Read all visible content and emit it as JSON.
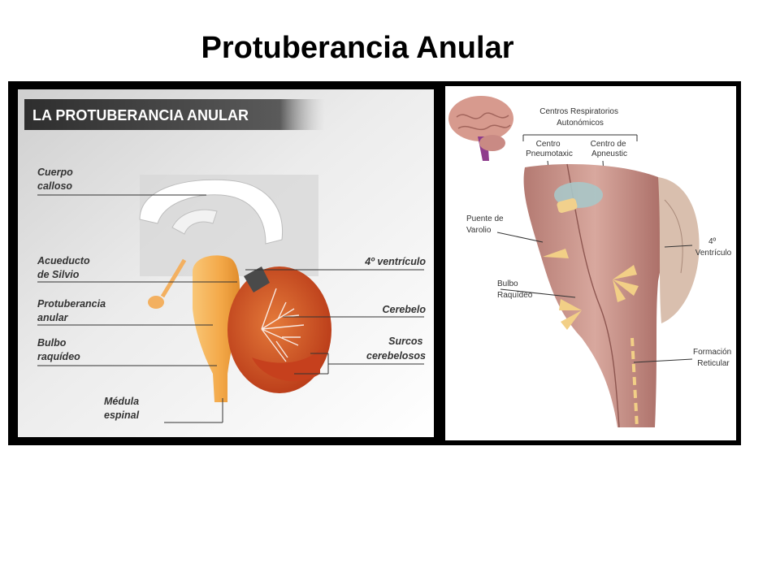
{
  "title": "Protuberancia Anular",
  "left_diagram": {
    "banner": "LA PROTUBERANCIA ANULAR",
    "labels": {
      "cuerpo_calloso": [
        "Cuerpo",
        "calloso"
      ],
      "acueducto": [
        "Acueducto",
        "de Silvio"
      ],
      "protuberancia": [
        "Protuberancia",
        "anular"
      ],
      "bulbo": [
        "Bulbo",
        "raquídeo"
      ],
      "medula": [
        "Médula",
        "espinal"
      ],
      "ventriculo": [
        "4º ventrículo"
      ],
      "cerebelo": [
        "Cerebelo"
      ],
      "surcos": [
        "Surcos",
        "cerebelosos"
      ]
    }
  },
  "right_diagram": {
    "labels": {
      "centros": [
        "Centros Respiratorios",
        "Autonómicos"
      ],
      "pneumotaxic": [
        "Centro",
        "Pneumotaxic"
      ],
      "apneustic": [
        "Centro de",
        "Apneustic"
      ],
      "puente": [
        "Puente de",
        "Varolio"
      ],
      "bulbo": [
        "Bulbo",
        "Raquídeo"
      ],
      "ventriculo": [
        "4º",
        "Ventrículo"
      ],
      "formacion": [
        "Formación",
        "Reticular"
      ]
    }
  },
  "colors": {
    "banner_bg": "#3a3a3a",
    "banner_text": "#ffffff",
    "brainstem_orange": "#f3a848",
    "cerebellum_red": "#d2491f",
    "tissue_pink": "#c98f85",
    "frame": "#000000"
  }
}
